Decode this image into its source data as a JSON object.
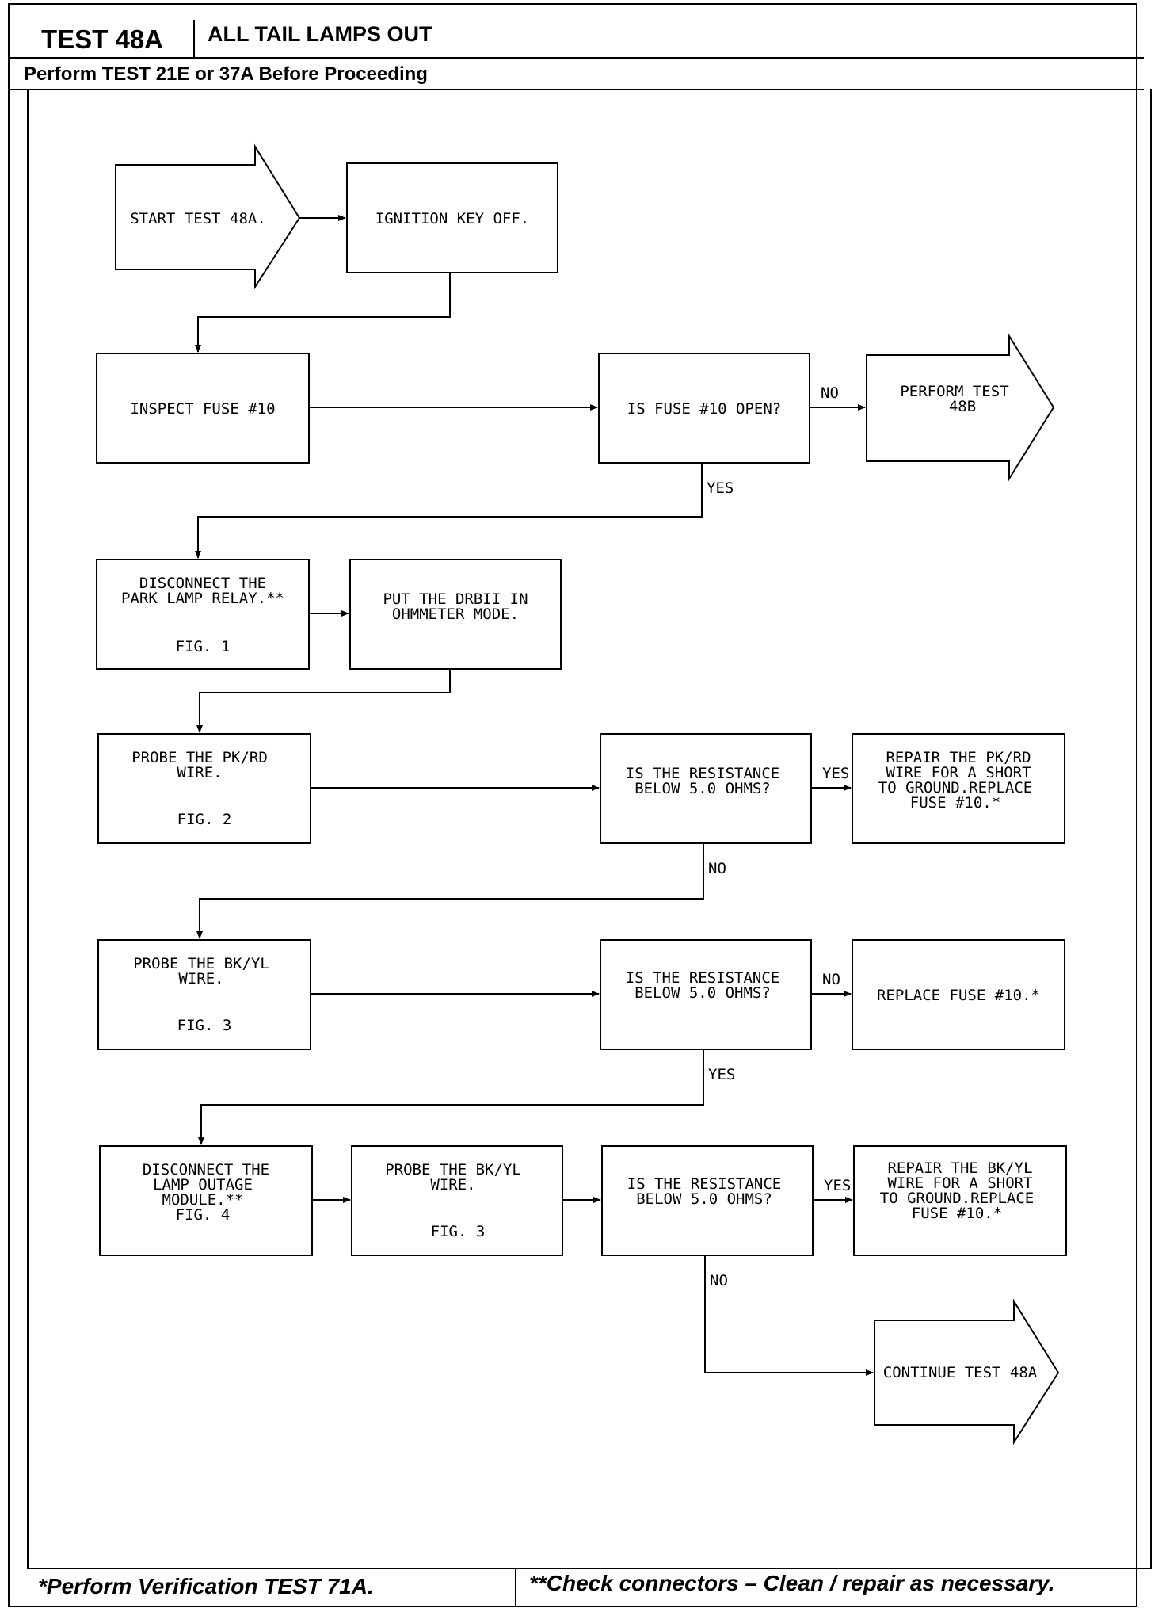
{
  "header": {
    "test_id": "TEST 48A",
    "title": "ALL TAIL LAMPS OUT",
    "prerequisite": "Perform TEST 21E or 37A Before Proceeding"
  },
  "footer": {
    "left_note": "*Perform Verification TEST 71A.",
    "right_note": "**Check connectors – Clean / repair as necessary."
  },
  "flowchart": {
    "nodes": {
      "start": [
        "START TEST 48A."
      ],
      "ignition": [
        "IGNITION KEY OFF."
      ],
      "inspect_fuse": [
        "INSPECT FUSE #10"
      ],
      "fuse_open": [
        "IS FUSE #10 OPEN?"
      ],
      "test_48b": [
        "PERFORM TEST",
        "48B"
      ],
      "disconnect_relay": [
        "DISCONNECT THE",
        "PARK LAMP RELAY.**",
        "FIG. 1"
      ],
      "ohmmeter": [
        "PUT THE DRBII IN",
        "OHMMETER MODE."
      ],
      "probe_pkrd": [
        "PROBE THE PK/RD",
        "WIRE.",
        "FIG. 2"
      ],
      "resistance_1": [
        "IS THE RESISTANCE",
        "BELOW 5.0 OHMS?"
      ],
      "repair_pkrd": [
        "REPAIR THE PK/RD",
        "WIRE FOR A SHORT",
        "TO GROUND.REPLACE",
        "FUSE #10.*"
      ],
      "probe_bkyl_1": [
        "PROBE THE BK/YL",
        "WIRE.",
        "FIG. 3"
      ],
      "resistance_2": [
        "IS THE RESISTANCE",
        "BELOW 5.0 OHMS?"
      ],
      "replace_fuse": [
        "REPLACE FUSE #10.*"
      ],
      "disconnect_module": [
        "DISCONNECT THE",
        "LAMP OUTAGE",
        "MODULE.**",
        "FIG. 4"
      ],
      "probe_bkyl_2": [
        "PROBE THE BK/YL",
        "WIRE.",
        "FIG. 3"
      ],
      "resistance_3": [
        "IS THE RESISTANCE",
        "BELOW 5.0 OHMS?"
      ],
      "repair_bkyl": [
        "REPAIR THE BK/YL",
        "WIRE FOR A SHORT",
        "TO GROUND.REPLACE",
        "FUSE #10.*"
      ],
      "continue": [
        "CONTINUE TEST 48A"
      ]
    },
    "edge_labels": {
      "fuse_no": "NO",
      "fuse_yes": "YES",
      "res1_yes": "YES",
      "res1_no": "NO",
      "res2_no": "NO",
      "res2_yes": "YES",
      "res3_yes": "YES",
      "res3_no": "NO"
    }
  }
}
